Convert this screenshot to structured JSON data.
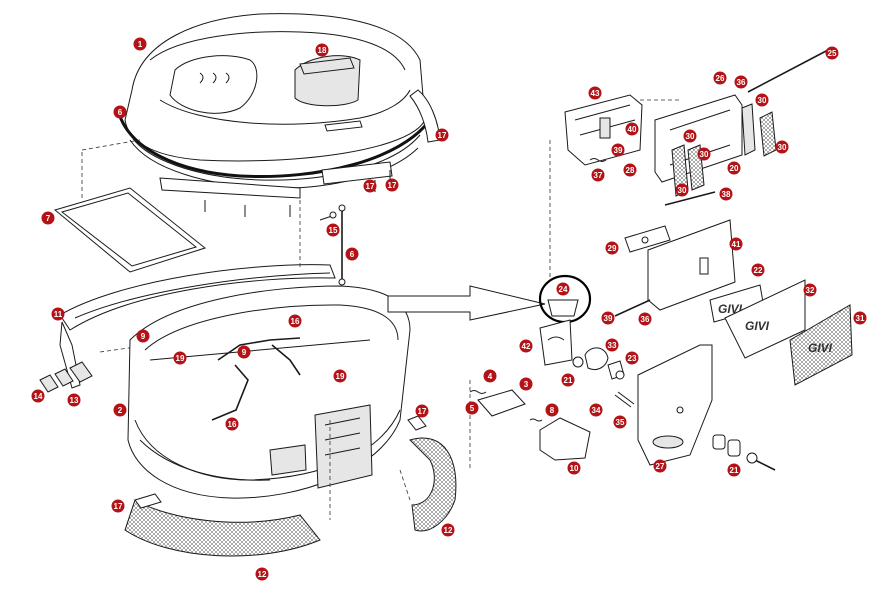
{
  "brand": {
    "logo_text": "GIVI"
  },
  "callouts": [
    {
      "id": "c1",
      "label": "1"
    },
    {
      "id": "c18",
      "label": "18"
    },
    {
      "id": "c6a",
      "label": "6"
    },
    {
      "id": "c17a",
      "label": "17"
    },
    {
      "id": "c17b",
      "label": "17"
    },
    {
      "id": "c17c",
      "label": "17"
    },
    {
      "id": "c7",
      "label": "7"
    },
    {
      "id": "c15",
      "label": "15"
    },
    {
      "id": "c6b",
      "label": "6"
    },
    {
      "id": "c11",
      "label": "11"
    },
    {
      "id": "c9a",
      "label": "9"
    },
    {
      "id": "c16a",
      "label": "16"
    },
    {
      "id": "c9b",
      "label": "9"
    },
    {
      "id": "c19a",
      "label": "19"
    },
    {
      "id": "c19b",
      "label": "19"
    },
    {
      "id": "c16b",
      "label": "16"
    },
    {
      "id": "c14",
      "label": "14"
    },
    {
      "id": "c13",
      "label": "13"
    },
    {
      "id": "c2",
      "label": "2"
    },
    {
      "id": "c17d",
      "label": "17"
    },
    {
      "id": "c17e",
      "label": "17"
    },
    {
      "id": "c12a",
      "label": "12"
    },
    {
      "id": "c12b",
      "label": "12"
    },
    {
      "id": "c25",
      "label": "25"
    },
    {
      "id": "c43",
      "label": "43"
    },
    {
      "id": "c26",
      "label": "26"
    },
    {
      "id": "c36a",
      "label": "36"
    },
    {
      "id": "c30a",
      "label": "30"
    },
    {
      "id": "c30b",
      "label": "30"
    },
    {
      "id": "c30c",
      "label": "30"
    },
    {
      "id": "c30d",
      "label": "30"
    },
    {
      "id": "c30e",
      "label": "30"
    },
    {
      "id": "c40",
      "label": "40"
    },
    {
      "id": "c39a",
      "label": "39"
    },
    {
      "id": "c20",
      "label": "20"
    },
    {
      "id": "c28",
      "label": "28"
    },
    {
      "id": "c37",
      "label": "37"
    },
    {
      "id": "c38",
      "label": "38"
    },
    {
      "id": "c29",
      "label": "29"
    },
    {
      "id": "c41",
      "label": "41"
    },
    {
      "id": "c22",
      "label": "22"
    },
    {
      "id": "c24",
      "label": "24"
    },
    {
      "id": "c32",
      "label": "32"
    },
    {
      "id": "c31",
      "label": "31"
    },
    {
      "id": "c39b",
      "label": "39"
    },
    {
      "id": "c36b",
      "label": "36"
    },
    {
      "id": "c42",
      "label": "42"
    },
    {
      "id": "c33",
      "label": "33"
    },
    {
      "id": "c23",
      "label": "23"
    },
    {
      "id": "c21a",
      "label": "21"
    },
    {
      "id": "c4",
      "label": "4"
    },
    {
      "id": "c3",
      "label": "3"
    },
    {
      "id": "c5",
      "label": "5"
    },
    {
      "id": "c8",
      "label": "8"
    },
    {
      "id": "c34",
      "label": "34"
    },
    {
      "id": "c35",
      "label": "35"
    },
    {
      "id": "c10",
      "label": "10"
    },
    {
      "id": "c27",
      "label": "27"
    },
    {
      "id": "c21b",
      "label": "21"
    }
  ]
}
